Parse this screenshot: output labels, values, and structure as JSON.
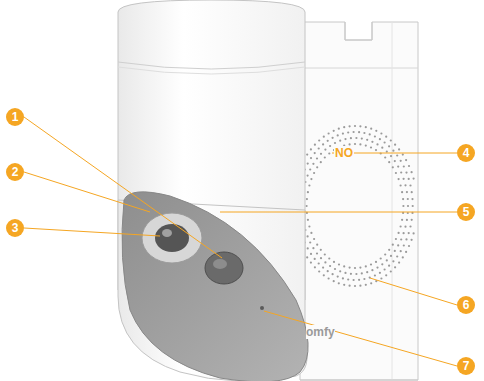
{
  "diagram": {
    "labels": [
      "1",
      "2",
      "3",
      "4",
      "5",
      "6",
      "7",
      "NO",
      "omfy"
    ]
  }
}
